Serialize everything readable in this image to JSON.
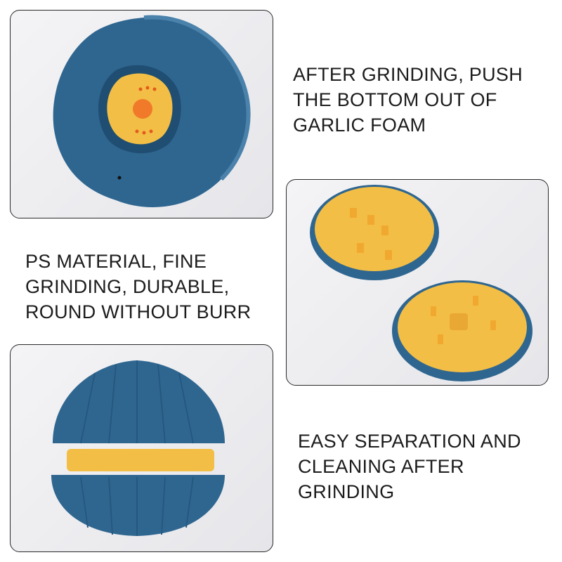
{
  "captions": {
    "top": [
      "AFTER GRINDING, PUSH",
      "THE BOTTOM OUT OF",
      "GARLIC FOAM"
    ],
    "middle": [
      "PS MATERIAL, FINE",
      "GRINDING, DURABLE,",
      "ROUND WITHOUT BURR"
    ],
    "bottom": [
      "EASY SEPARATION AND",
      "CLEANING AFTER",
      "GRINDING"
    ]
  },
  "colors": {
    "blue": "#2f6690",
    "blue_dark": "#1f4e72",
    "yellow": "#f3be45",
    "orange": "#f07a2a"
  }
}
